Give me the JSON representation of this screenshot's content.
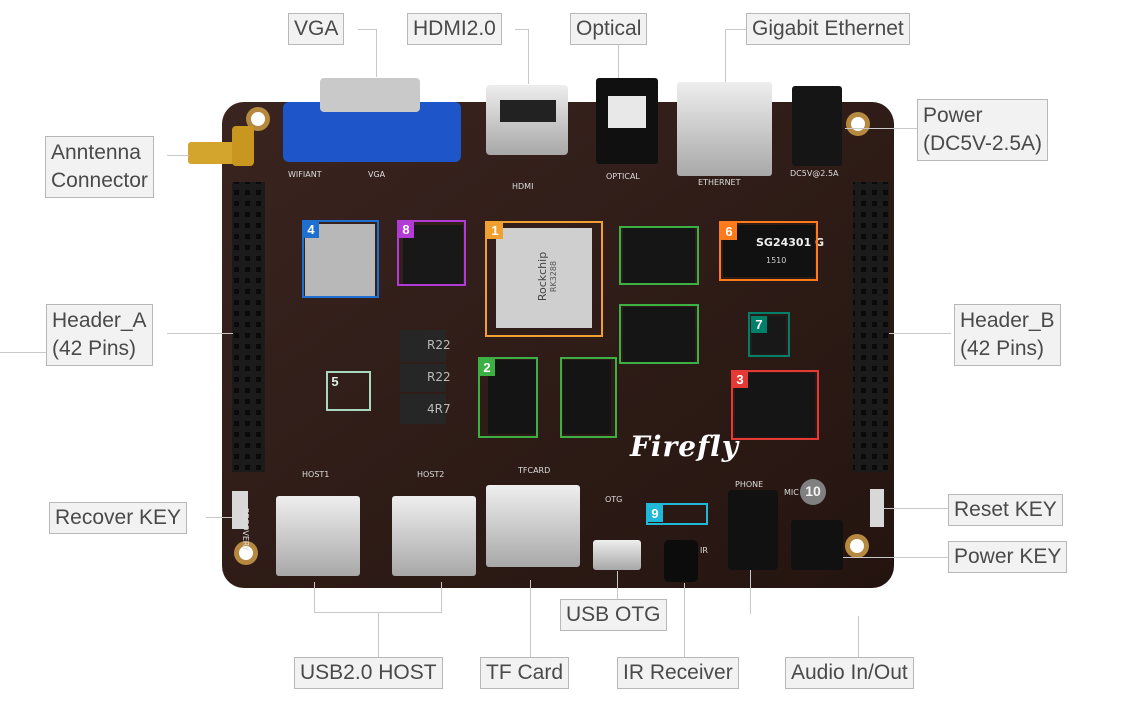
{
  "labels": {
    "vga": "VGA",
    "hdmi": "HDMI2.0",
    "optical": "Optical",
    "ethernet": "Gigabit Ethernet",
    "antenna": "Anntenna\nConnector",
    "power": "Power\n(DC5V-2.5A)",
    "header_a": "Header_A\n(42 Pins)",
    "header_b": "Header_B\n(42 Pins)",
    "recover_key": "Recover KEY",
    "reset_key": "Reset KEY",
    "power_key": "Power KEY",
    "usb_otg": "USB OTG",
    "usb_host": "USB2.0 HOST",
    "tf_card": "TF Card",
    "ir_receiver": "IR Receiver",
    "audio": "Audio In/Out"
  },
  "badges": [
    "1",
    "2",
    "3",
    "4",
    "5",
    "6",
    "7",
    "8",
    "9",
    "10"
  ],
  "silkscreen": {
    "wifiant": "WIFIANT",
    "vga": "VGA",
    "hdmi": "HDMI",
    "optical": "OPTICAL",
    "ethernet": "ETHERNET",
    "dc": "DC5V@2.5A",
    "host1": "HOST1",
    "host2": "HOST2",
    "tfcard": "TFCARD",
    "otg": "OTG",
    "phone": "PHONE",
    "mic": "MIC",
    "ir": "IR",
    "recovery": "RECOVERY",
    "chip_brand": "Rockchip",
    "chip_model": "RK3288",
    "switch_chip": "SG24301 G",
    "switch_chip_sub": "1510",
    "ind_r22a": "R22",
    "ind_r22b": "R22",
    "ind_4r7": "4R7",
    "logo": "Firefly"
  },
  "colors": {
    "orange": "#f0a030",
    "green": "#3cb043",
    "red": "#e53935",
    "blue": "#1e6fd0",
    "mint": "#a8d8c0",
    "dark_orange": "#ff7a1a",
    "teal": "#00806a",
    "purple": "#b23bd6",
    "cyan": "#20b8d8",
    "gray": "#888888"
  }
}
